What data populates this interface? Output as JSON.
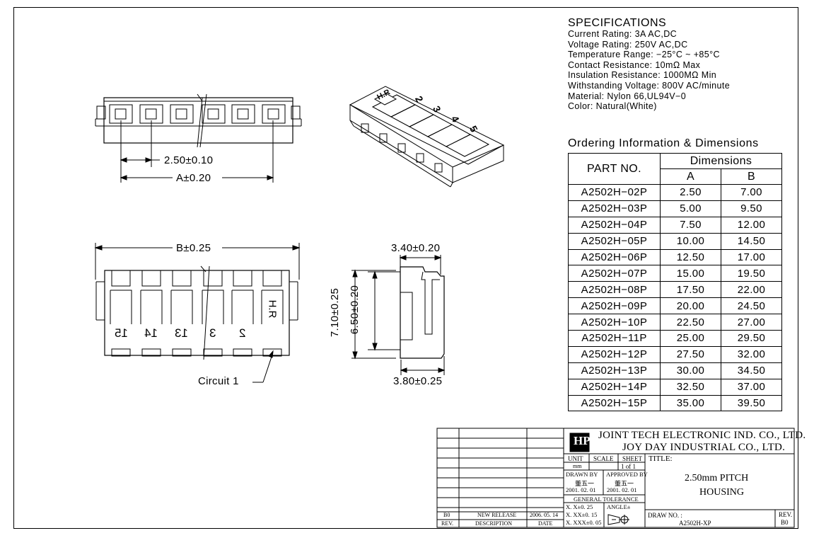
{
  "specifications": {
    "title": "SPECIFICATIONS",
    "lines": [
      "Current Rating: 3A AC,DC",
      "Voltage Rating: 250V AC,DC",
      "Temperature Range: −25°C ~ +85°C",
      "Contact Resistance: 10mΩ Max",
      "Insulation Resistance: 1000MΩ Min",
      "Withstanding Voltage: 800V AC/minute",
      "Material: Nylon 66,UL94V−0",
      "Color: Natural(White)"
    ]
  },
  "ordering": {
    "title": "Ordering Information & Dimensions",
    "header_part": "PART NO.",
    "header_dims": "Dimensions",
    "header_a": "A",
    "header_b": "B",
    "rows": [
      [
        "A2502H−02P",
        "2.50",
        "7.00"
      ],
      [
        "A2502H−03P",
        "5.00",
        "9.50"
      ],
      [
        "A2502H−04P",
        "7.50",
        "12.00"
      ],
      [
        "A2502H−05P",
        "10.00",
        "14.50"
      ],
      [
        "A2502H−06P",
        "12.50",
        "17.00"
      ],
      [
        "A2502H−07P",
        "15.00",
        "19.50"
      ],
      [
        "A2502H−08P",
        "17.50",
        "22.00"
      ],
      [
        "A2502H−09P",
        "20.00",
        "24.50"
      ],
      [
        "A2502H−10P",
        "22.50",
        "27.00"
      ],
      [
        "A2502H−11P",
        "25.00",
        "29.50"
      ],
      [
        "A2502H−12P",
        "27.50",
        "32.00"
      ],
      [
        "A2502H−13P",
        "30.00",
        "34.50"
      ],
      [
        "A2502H−14P",
        "32.50",
        "37.00"
      ],
      [
        "A2502H−15P",
        "35.00",
        "39.50"
      ]
    ]
  },
  "dimensions": {
    "pitch": "2.50±0.10",
    "a_dim": "A±0.20",
    "b_dim": "B±0.25",
    "width_top": "3.40±0.20",
    "width_bottom": "3.80±0.25",
    "height_outer": "7.10±0.25",
    "height_inner": "6.50±0.20",
    "circuit": "Circuit 1",
    "iso_marks": [
      "H.R",
      "2",
      "3",
      "4",
      "5"
    ],
    "front_numbers": [
      "15",
      "14",
      "13",
      "3",
      "2"
    ],
    "front_mark": "H.R"
  },
  "title_block": {
    "company_en": "JOINT TECH ELECTRONIC IND. CO., LTD.",
    "company_cn": "JOY DAY INDUSTRIAL CO., LTD.",
    "logo_text": "HP",
    "unit_label": "UNIT",
    "scale_label": "SCALE",
    "sheet_label": "SHEET",
    "unit_value": "mm",
    "sheet_value": "1 of 1",
    "drawn_by_label": "DRAWN BY",
    "approved_by_label": "APPROVED BY",
    "drawn_by_name": "董五一",
    "approved_by_name": "董五一",
    "drawn_date": "2001. 02. 01",
    "approved_date": "2001. 02. 01",
    "tolerance_label": "GENERAL TOLERANCE",
    "tol1": "X. X±0. 25",
    "tol2": "X. XX±0. 15",
    "tol3": "X. XXX±0. 05",
    "angle_label": "ANGLE±",
    "title_label": "TITLE:",
    "title_line1": "2.50mm PITCH",
    "title_line2": "HOUSING",
    "draw_no_label": "DRAW NO. :",
    "draw_no": "A2502H-XP",
    "rev_label": "REV.",
    "rev_value": "B0",
    "rev_row": [
      "B0",
      "NEW RELEASE",
      "2006. 05. 14"
    ],
    "col_headers": [
      "REV.",
      "DESCRIPTION",
      "DATE"
    ]
  }
}
